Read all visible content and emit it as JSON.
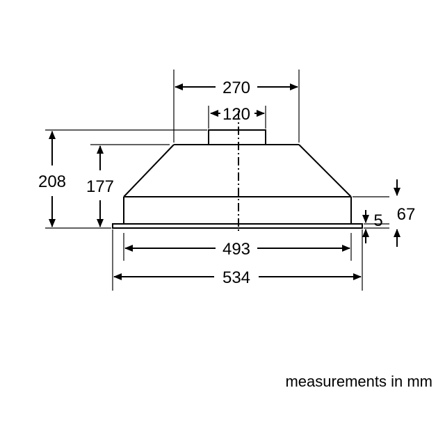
{
  "dimensions": {
    "top_width": "270",
    "duct_width": "120",
    "total_height": "208",
    "body_height": "177",
    "lower_height": "67",
    "flange_thickness": "5",
    "inner_width": "493",
    "total_width": "534"
  },
  "note": "measurements in mm"
}
